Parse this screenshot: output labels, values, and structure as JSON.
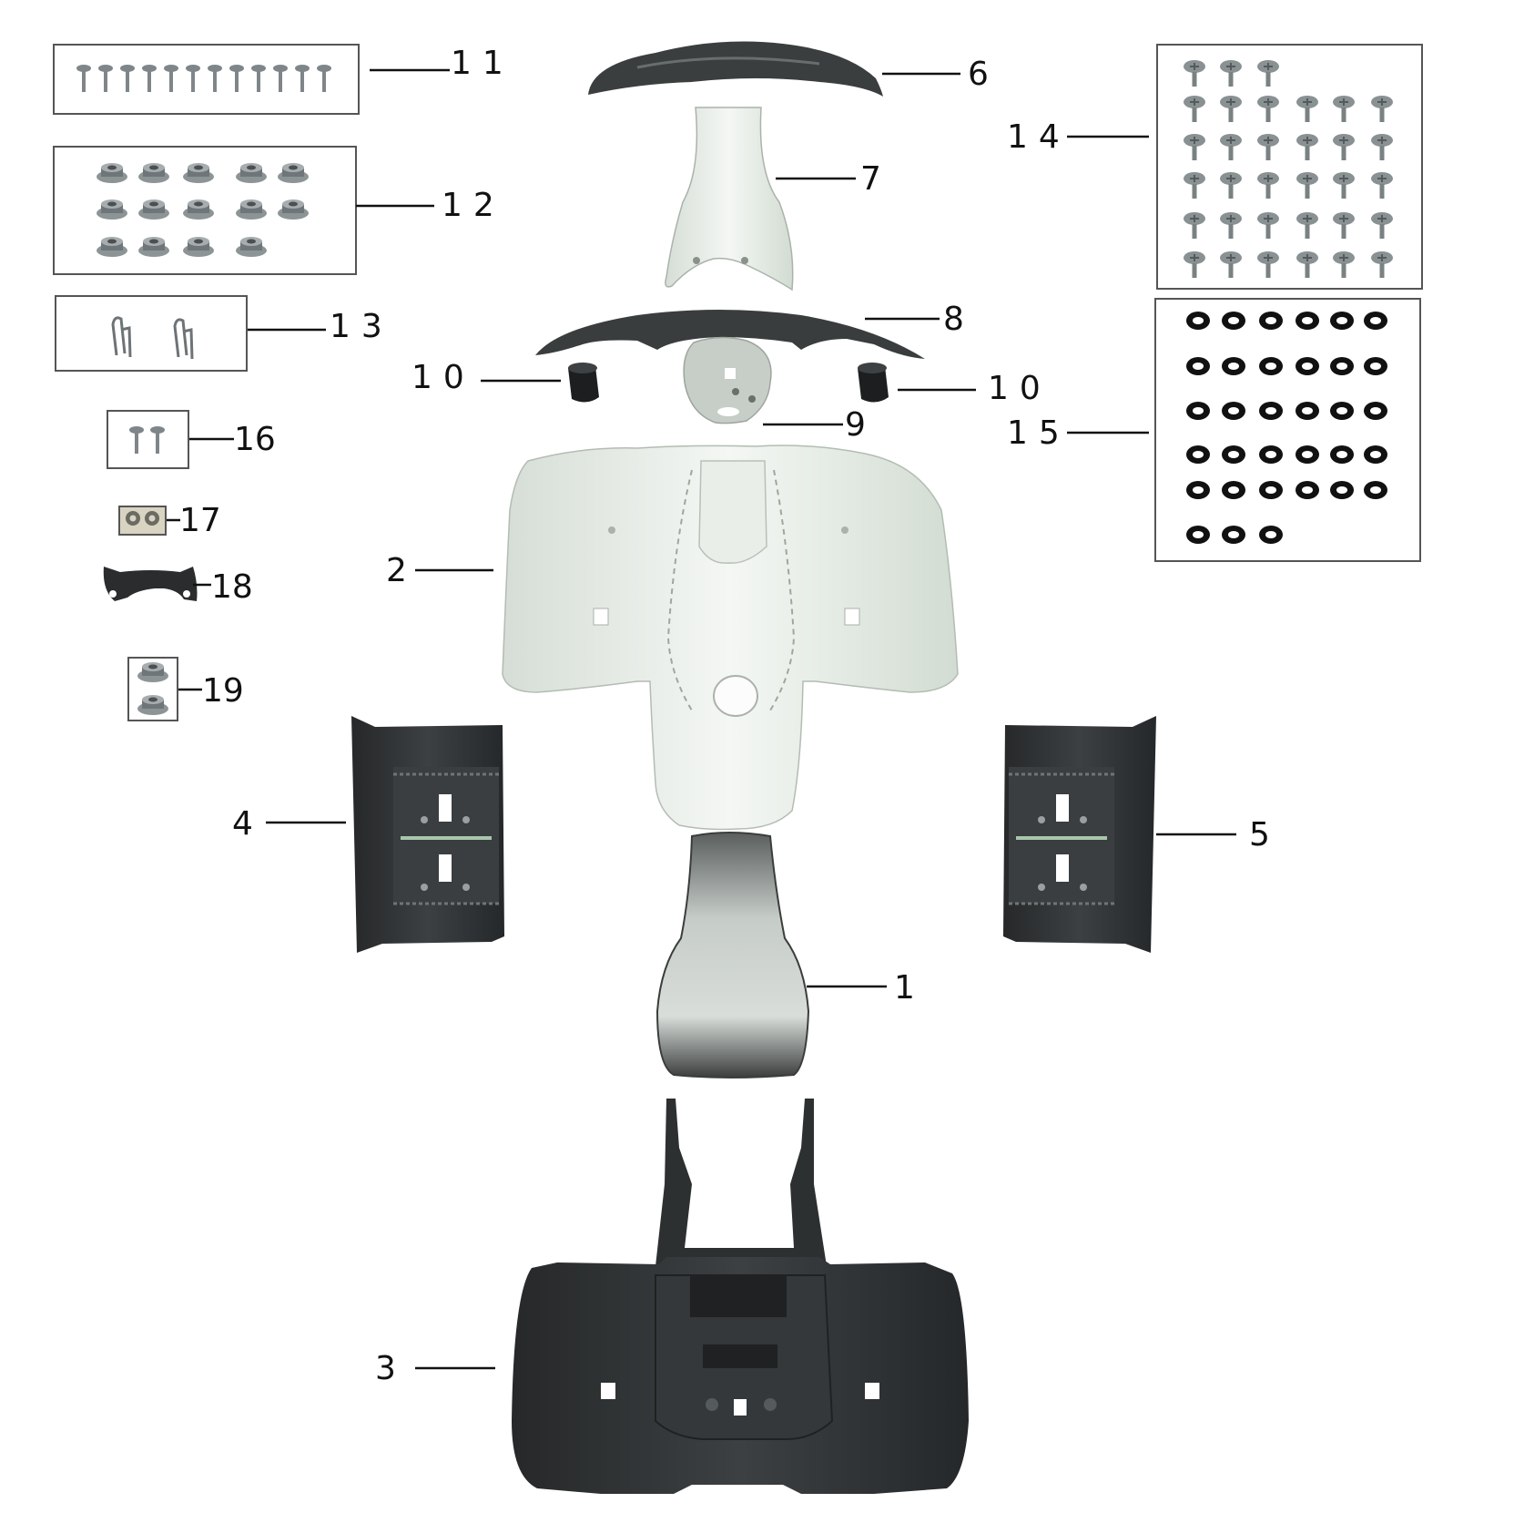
{
  "callouts": {
    "c1": "1",
    "c2": "2",
    "c3": "3",
    "c4": "4",
    "c5": "5",
    "c6": "6",
    "c7": "7",
    "c8": "8",
    "c9": "9",
    "c10a": "10",
    "c10b": "10",
    "c11": "11",
    "c12": "12",
    "c13": "13",
    "c14": "14",
    "c15": "15",
    "c16": "16",
    "c17": "17",
    "c18": "18",
    "c19": "19"
  },
  "colors": {
    "dark_part": "#2e3133",
    "light_part": "#dfe5df",
    "light_highlight": "#f4f7f4",
    "metal": "#9aa0a2",
    "washer": "#111111"
  },
  "icons": {
    "screw": "screw-icon",
    "nut": "flange-nut-icon",
    "clip": "spring-clip-icon",
    "washer": "washer-icon"
  }
}
